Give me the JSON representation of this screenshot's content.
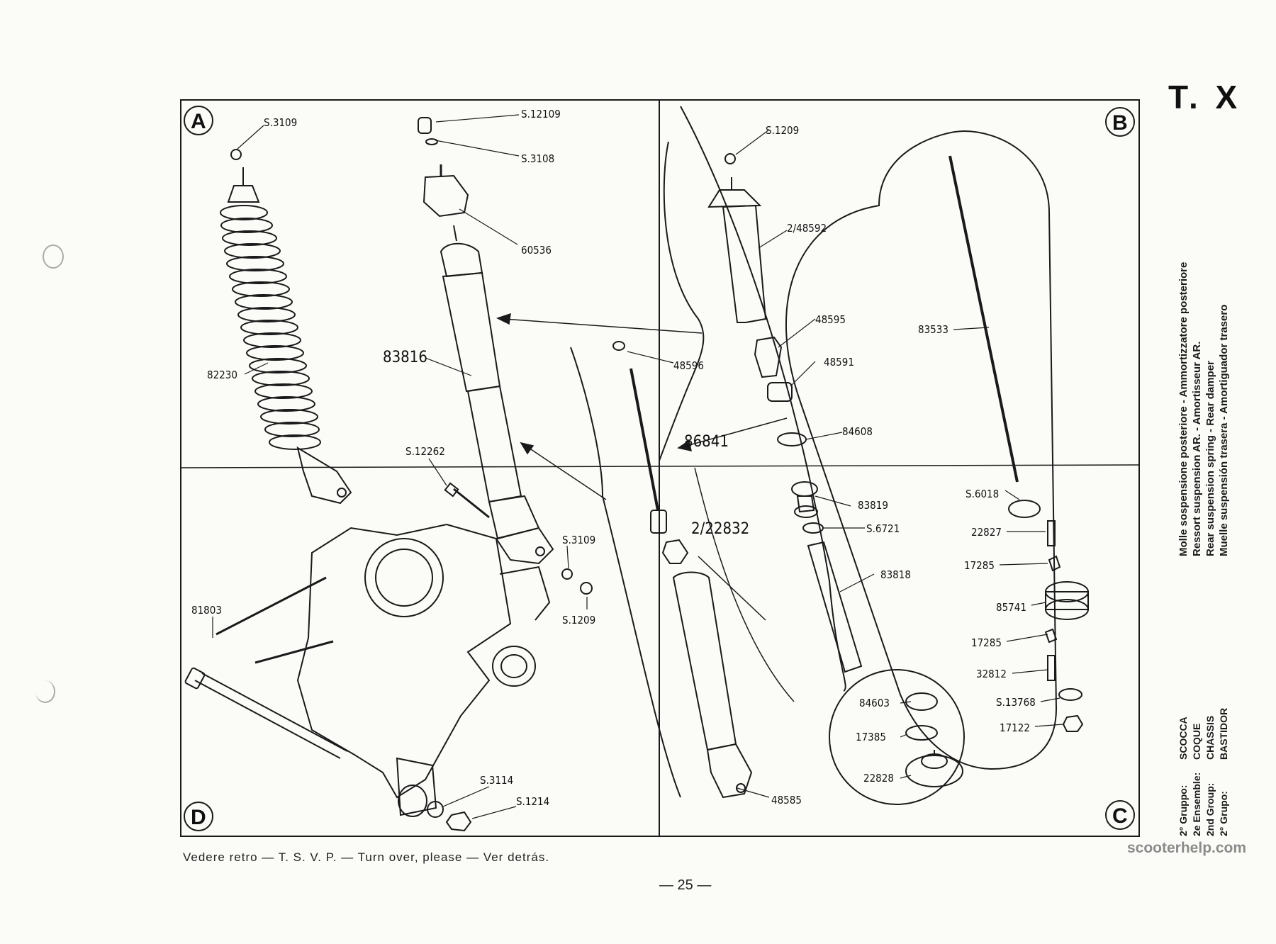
{
  "page": {
    "title": "T. X",
    "page_number": "— 25 —",
    "footer": "Vedere retro — T. S. V. P. — Turn over, please — Ver detrás.",
    "watermark": "scooterhelp.com"
  },
  "panels": {
    "a": "A",
    "b": "B",
    "c": "C",
    "d": "D"
  },
  "labels": {
    "s3109_top": "S.3109",
    "s12109": "S.12109",
    "s3108": "S.3108",
    "p60536": "60536",
    "p82230": "82230",
    "p83816": "83816",
    "s12262": "S.12262",
    "s3109_mid": "S.3109",
    "s1209_mid": "S.1209",
    "p81803": "81803",
    "s3114": "S.3114",
    "s1214": "S.1214",
    "s1209_top": "S.1209",
    "p2_48592": "2/48592",
    "p48595": "48595",
    "p48591": "48591",
    "p48596": "48596",
    "p84608": "84608",
    "p86841": "86841",
    "p83819": "83819",
    "s6721": "S.6721",
    "p2_22832": "2/22832",
    "p83818": "83818",
    "p84603": "84603",
    "p17385": "17385",
    "p22828": "22828",
    "p48585": "48585",
    "p83533": "83533",
    "s6018": "S.6018",
    "p22827": "22827",
    "p17285a": "17285",
    "p85741": "85741",
    "p17285b": "17285",
    "p32812": "32812",
    "s13768": "S.13768",
    "p17122": "17122"
  },
  "description": [
    "Molle sospensione posteriore - Ammortizzatore posteriore",
    "Ressort suspension AR. - Amortisseur AR.",
    "Rear suspension spring - Rear damper",
    "Muelle suspensión trasera - Amortiguador trasero"
  ],
  "group": [
    {
      "k": "2° Gruppo:",
      "v": "SCOCCA"
    },
    {
      "k": "2e Ensemble:",
      "v": "COQUE"
    },
    {
      "k": "2nd Group:",
      "v": "CHASSIS"
    },
    {
      "k": "2° Grupo:",
      "v": "BASTIDOR"
    }
  ]
}
